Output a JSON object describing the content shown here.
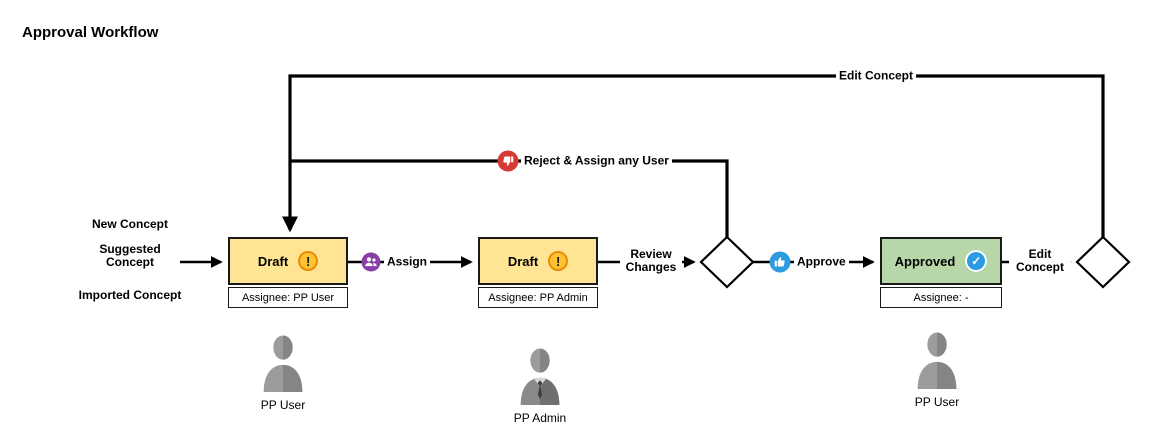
{
  "title": "Approval Workflow",
  "inputs": [
    "New Concept",
    "Suggested Concept",
    "Imported Concept"
  ],
  "states": [
    {
      "label": "Draft",
      "assignee": "Assignee: PP User",
      "status_icon": "warning-icon",
      "status_glyph": "!"
    },
    {
      "label": "Draft",
      "assignee": "Assignee: PP Admin",
      "status_icon": "warning-icon",
      "status_glyph": "!"
    },
    {
      "label": "Approved",
      "assignee": "Assignee: -",
      "status_icon": "check-icon",
      "status_glyph": "✓"
    }
  ],
  "transitions": {
    "assign": {
      "label": "Assign",
      "icon": "assign-users-icon"
    },
    "review": {
      "label": "Review Changes"
    },
    "approve": {
      "label": "Approve",
      "icon": "thumbs-up-icon"
    },
    "edit_right": {
      "label": "Edit Concept"
    },
    "edit_top": {
      "label": "Edit Concept"
    },
    "reject": {
      "label": "Reject & Assign any User",
      "icon": "thumbs-down-icon"
    }
  },
  "actors": [
    {
      "label": "PP User",
      "icon": "person-icon"
    },
    {
      "label": "PP Admin",
      "icon": "person-tie-icon"
    },
    {
      "label": "PP User",
      "icon": "person-icon"
    }
  ],
  "colors": {
    "draft_fill": "#FFE494",
    "approved_fill": "#B7D7A9",
    "node_border": "#1A1A1A",
    "warning_orange": "#FFC233",
    "warning_ring": "#E78C05",
    "check_blue": "#2D9BE2",
    "assign_purple": "#8A3FA8",
    "approve_blue": "#2D9BE2",
    "reject_red": "#D63A35",
    "connector": "#000000"
  }
}
